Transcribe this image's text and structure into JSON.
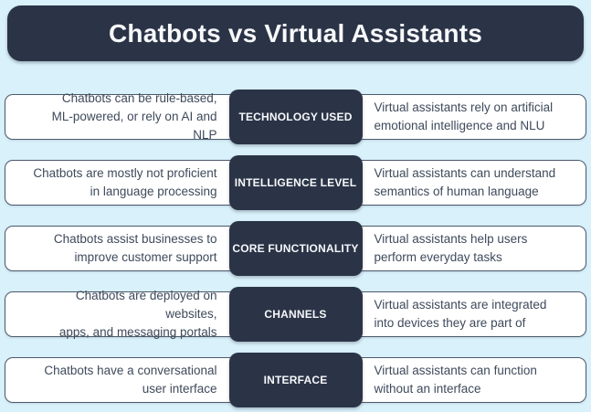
{
  "header": {
    "title": "Chatbots vs Virtual Assistants"
  },
  "rows": [
    {
      "category": "TECHNOLOGY USED",
      "chatbot": "Chatbots can be rule-based,\nML-powered, or rely on AI and NLP",
      "assistant": "Virtual assistants rely on artificial\nemotional intelligence and NLU"
    },
    {
      "category": "INTELLIGENCE LEVEL",
      "chatbot": "Chatbots are mostly not proficient\nin language processing",
      "assistant": "Virtual assistants can understand\nsemantics of human language"
    },
    {
      "category": "CORE FUNCTIONALITY",
      "chatbot": "Chatbots assist businesses to\nimprove customer support",
      "assistant": "Virtual assistants help users\nperform everyday tasks"
    },
    {
      "category": "CHANNELS",
      "chatbot": "Chatbots are deployed on websites,\napps, and messaging portals",
      "assistant": "Virtual assistants are integrated\ninto devices they are part of"
    },
    {
      "category": "INTERFACE",
      "chatbot": "Chatbots have a conversational\nuser interface",
      "assistant": "Virtual assistants can function\nwithout an interface"
    }
  ],
  "colors": {
    "background": "#d9f1fa",
    "dark_navy": "#2b3447",
    "card_background": "#ffffff",
    "card_border": "#4d5a6b",
    "card_text": "#3e4a5b",
    "light_text": "#f7f8fa"
  }
}
